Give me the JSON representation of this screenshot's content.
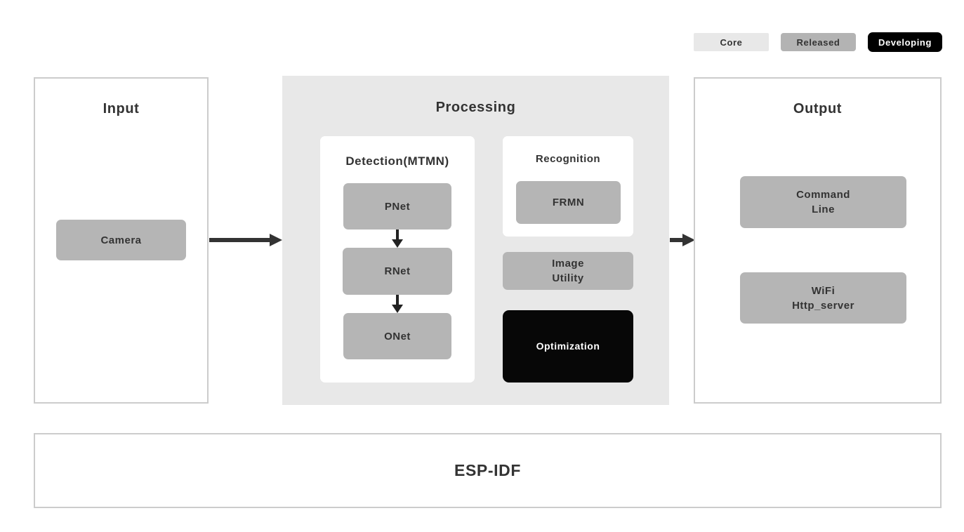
{
  "colors": {
    "page_bg": "#ffffff",
    "panel_border": "#cccccc",
    "processing_bg": "#e8e8e8",
    "module_gray": "#b5b5b5",
    "module_black": "#070707",
    "text_dark": "#333333",
    "text_white": "#ffffff",
    "arrow": "#333333"
  },
  "legend": {
    "core_label": "Core",
    "released_label": "Released",
    "developing_label": "Developing"
  },
  "input_panel": {
    "title": "Input",
    "camera_label": "Camera"
  },
  "processing_panel": {
    "title": "Processing",
    "detection_group": {
      "title": "Detection(MTMN)",
      "modules": [
        "PNet",
        "RNet",
        "ONet"
      ]
    },
    "recognition_group": {
      "title": "Recognition",
      "frmn_label": "FRMN"
    },
    "image_utility": {
      "line1": "Image",
      "line2": "Utility"
    },
    "optimization_label": "Optimization"
  },
  "output_panel": {
    "title": "Output",
    "command_line": {
      "line1": "Command",
      "line2": "Line"
    },
    "wifi": {
      "line1": "WiFi",
      "line2": "Http_server"
    }
  },
  "foundation": {
    "title": "ESP-IDF"
  }
}
